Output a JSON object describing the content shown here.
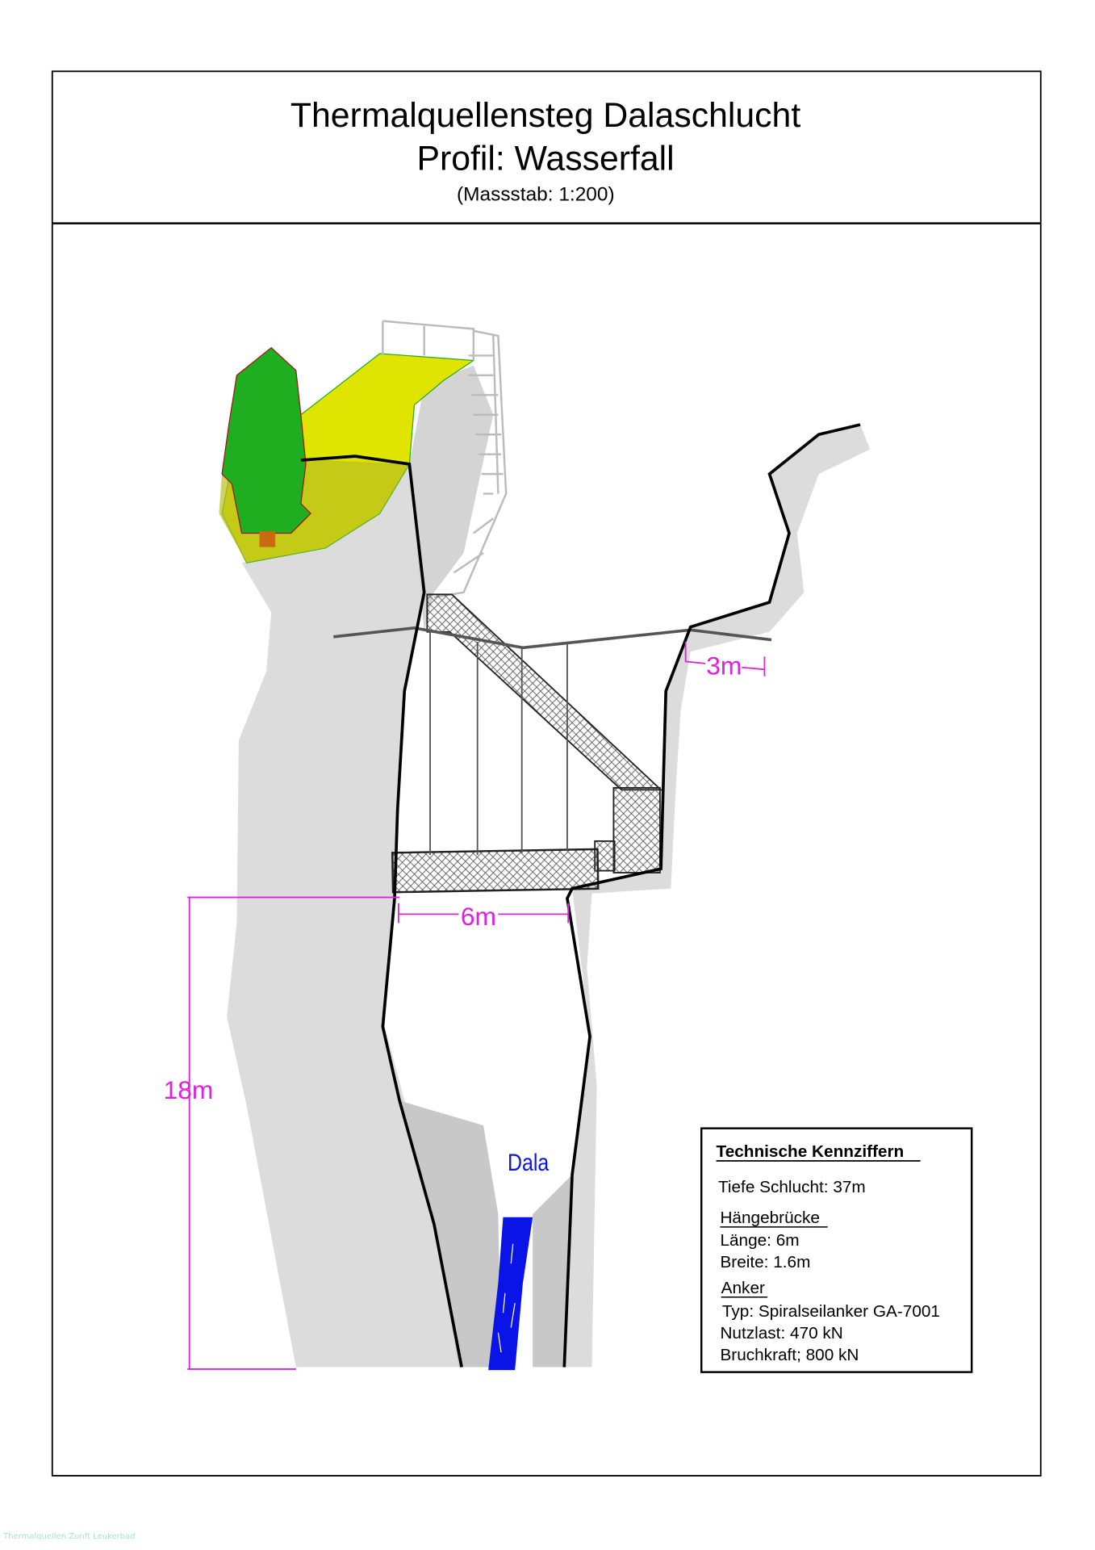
{
  "header": {
    "title": "Thermalquellensteg Dalaschlucht",
    "subtitle": "Profil: Wasserfall",
    "scale": "(Massstab: 1:200)"
  },
  "drawing": {
    "dimension_anchor": "3m",
    "dimension_bridge": "6m",
    "dimension_height": "18m",
    "river_label": "Dala",
    "colors": {
      "dimension": "#e020e0",
      "river": "#0a14e6",
      "rock": "#dcdcdc",
      "tree": "#1fae1f",
      "meadow": "#d9e000"
    }
  },
  "specs": {
    "title": "Technische Kennziffern",
    "depth": "Tiefe Schlucht: 37m",
    "bridge_heading": "Hängebrücke",
    "bridge_length": "Länge: 6m",
    "bridge_width": "Breite: 1.6m",
    "anchor_heading": "Anker",
    "anchor_type": "Typ: Spiralseilanker GA-7001",
    "anchor_load": "Nutzlast: 470 kN",
    "anchor_break": "Bruchkraft; 800 kN"
  },
  "footer": "Thermalquellen Zunft Leukerbad"
}
